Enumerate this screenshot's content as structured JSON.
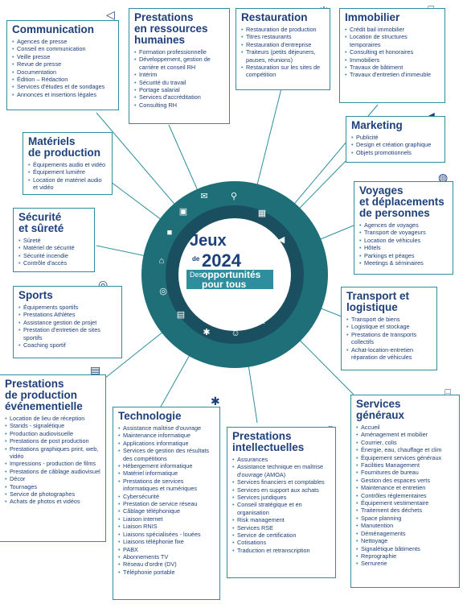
{
  "hub": {
    "title": "Jeux",
    "de": "de",
    "year": "2024",
    "des": "Des",
    "line1": "opportunités",
    "line2": "pour tous"
  },
  "sections": {
    "communication": {
      "title": "Communication",
      "items": [
        "Agences de presse",
        "Conseil en communication",
        "Veille presse",
        "Revue de presse",
        "Documentation",
        "Édition – Rédaction",
        "Services d'études et de sondages",
        "Annonces et insertions légales"
      ]
    },
    "rh": {
      "title_1": "Prestations",
      "title_2": "en ressources",
      "title_3": "humaines",
      "items": [
        "Formation professionnelle",
        "Développement, gestion de carrière et conseil RH",
        "Intérim",
        "Sécurité du travail",
        "Portage salarial",
        "Services d'accréditation",
        "Consulting RH"
      ]
    },
    "restauration": {
      "title": "Restauration",
      "items": [
        "Restauration de production",
        "Titres restaurants",
        "Restauration d'entreprise",
        "Traiteurs (petits déjeuners, pauses, réunions)",
        "Restauration sur les sites de compétition"
      ]
    },
    "immobilier": {
      "title": "Immobilier",
      "items": [
        "Crédit bail immobilier",
        "Location de structures temporaires",
        "Consulting et honoraires",
        "Immobiliers",
        "Travaux de bâtiment",
        "Travaux d'entretien d'immeuble"
      ]
    },
    "marketing": {
      "title": "Marketing",
      "items": [
        "Publicité",
        "Design et création graphique",
        "Objets promotionnels"
      ]
    },
    "materiels": {
      "title_1": "Matériels",
      "title_2": "de production",
      "items": [
        "Équipements audio et vidéo",
        "Équipement lumière",
        "Location de matériel audio et vidéo"
      ]
    },
    "voyages": {
      "title_1": "Voyages",
      "title_2": "et déplacements",
      "title_3": "de personnes",
      "items": [
        "Agences de voyages",
        "Transport de voyageurs",
        "Location de véhicules",
        "Hôtels",
        "Parkings et péages",
        "Meetings & séminaires"
      ]
    },
    "securite": {
      "title_1": "Sécurité",
      "title_2": "et sûreté",
      "items": [
        "Sûreté",
        "Matériel de sécurité",
        "Sécurité incendie",
        "Contrôle d'accès"
      ]
    },
    "sports": {
      "title": "Sports",
      "items": [
        "Équipements sportifs",
        "Prestations Athlètes",
        "Assistance gestion de projet",
        "Prestation d'entretien de sites sportifs",
        "Coaching sportif"
      ]
    },
    "transport": {
      "title_1": "Transport et",
      "title_2": "logistique",
      "items": [
        "Transport de biens",
        "Logistique et stockage",
        "Prestations de transports collectifs",
        "Achat-location-entretien réparation de véhicules"
      ]
    },
    "evenementiel": {
      "title_1": "Prestations",
      "title_2": "de production",
      "title_3": "événementielle",
      "items": [
        "Location de lieu de réception",
        "Stands - signalétique",
        "Production audiovisuelle",
        "Prestations de post production",
        "Prestations graphiques print, web, vidéo",
        "Impressions - production de films",
        "Prestations de câblage audiovisuel",
        "Décor",
        "Tournages",
        "Service de photographes",
        "Achats de photos et vidéos"
      ]
    },
    "technologie": {
      "title": "Technologie",
      "items": [
        "Assistance maîtrise d'ouvrage",
        "Maintenance informatique",
        "Applications informatique",
        "Services de gestion des résultats des compétitions",
        "Hébergement informatique",
        "Matériel informatique",
        "Prestations de services informatiques et numériques",
        "Cybersécurité",
        "Prestation de service réseau",
        "Câblage téléphonique",
        "Liaison internet",
        "Liaison RNIS",
        "Liaisons spécialisées - louées",
        "Liaisons téléphonie fixe",
        "PABX",
        "Abonnements TV",
        "Réseau d'ordre (DV)",
        "Téléphonie portable"
      ]
    },
    "intellectuelles": {
      "title_1": "Prestations",
      "title_2": "intellectuelles",
      "items": [
        "Assurances",
        "Assistance technique en maîtrise d'ouvrage (AMOA)",
        "Services financiers et comptables",
        "Services en support aux achats",
        "Services juridiques",
        "Conseil stratégique et en organisation",
        "Risk management",
        "Services RSE",
        "Service de certification",
        "Cotisations",
        "Traduction et retranscription"
      ]
    },
    "generaux": {
      "title_1": "Services",
      "title_2": "généraux",
      "items": [
        "Accueil",
        "Aménagement et mobilier",
        "Courrier, colis",
        "Énergie, eau, chauffage et clim",
        "Équipement services généraux",
        "Facilities Management",
        "Fournitures de bureau",
        "Gestion des espaces verts",
        "Maintenance et entretien",
        "Contrôles réglementaires",
        "Équipement vestimentaire",
        "Traitement des déchets",
        "Space planning",
        "Manutention",
        "Déménagements",
        "Nettoyage",
        "Signalétique bâtiments",
        "Reprographie",
        "Serrurerie"
      ]
    }
  },
  "colors": {
    "teal": "#2e8e9e",
    "navy": "#1d3f7a",
    "ring": "#1f6f79",
    "ring_dark": "#1a4f5f"
  }
}
